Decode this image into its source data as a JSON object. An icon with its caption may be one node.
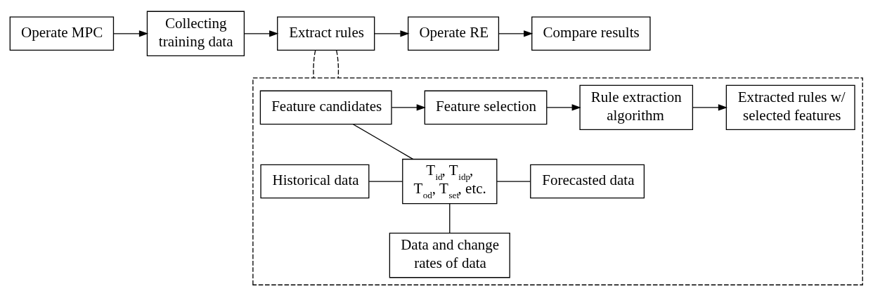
{
  "diagram": {
    "nodes": [
      {
        "text": [
          "Operate MPC"
        ]
      },
      {
        "text": [
          "Collecting training data"
        ]
      },
      {
        "text": [
          "Extract rules"
        ]
      },
      {
        "text": [
          "Operate RE"
        ]
      },
      {
        "text": [
          "Compare results"
        ]
      },
      {
        "text": [],
        "shape": "box"
      },
      {
        "text": [
          "Feature candidates"
        ],
        "in": 5
      },
      {
        "text": [
          "Feature selection"
        ],
        "in": 5
      },
      {
        "text": [
          "Rule extraction algorithm"
        ],
        "in": 5
      },
      {
        "text": [
          "Extracted rules w/ selected features"
        ],
        "in": 5
      },
      {
        "text": [
          "Historical data"
        ],
        "in": 5
      },
      {
        "text": [
          "T$_{id}$, T$_{idp}$, T$_{od}$, T$_{set}$, etc."
        ],
        "in": 5
      },
      {
        "text": [
          "Forecasted data"
        ],
        "in": 5
      },
      {
        "text": [
          "Data and change rates of data"
        ],
        "in": 5
      }
    ],
    "edges": [
      {
        "from": 0,
        "to": 1,
        "arrow": "to"
      },
      {
        "from": 1,
        "to": 2,
        "arrow": "to"
      },
      {
        "from": 2,
        "to": 3,
        "arrow": "to"
      },
      {
        "from": 3,
        "to": 4,
        "arrow": "to"
      },
      {
        "from": 2,
        "to": 5,
        "arrow": "none",
        "style": "dashed"
      },
      {
        "from": 2,
        "to": 5,
        "arrow": "none",
        "style": "dashed"
      },
      {
        "from": 6,
        "to": 7,
        "arrow": "to"
      },
      {
        "from": 7,
        "to": 8,
        "arrow": "to"
      },
      {
        "from": 8,
        "to": 9,
        "arrow": "to"
      },
      {
        "from": 6,
        "to": 11,
        "arrow": "none"
      },
      {
        "from": 10,
        "to": 11,
        "arrow": "none"
      },
      {
        "from": 11,
        "to": 12,
        "arrow": "none"
      },
      {
        "from": 11,
        "to": 13,
        "arrow": "none"
      }
    ]
  }
}
